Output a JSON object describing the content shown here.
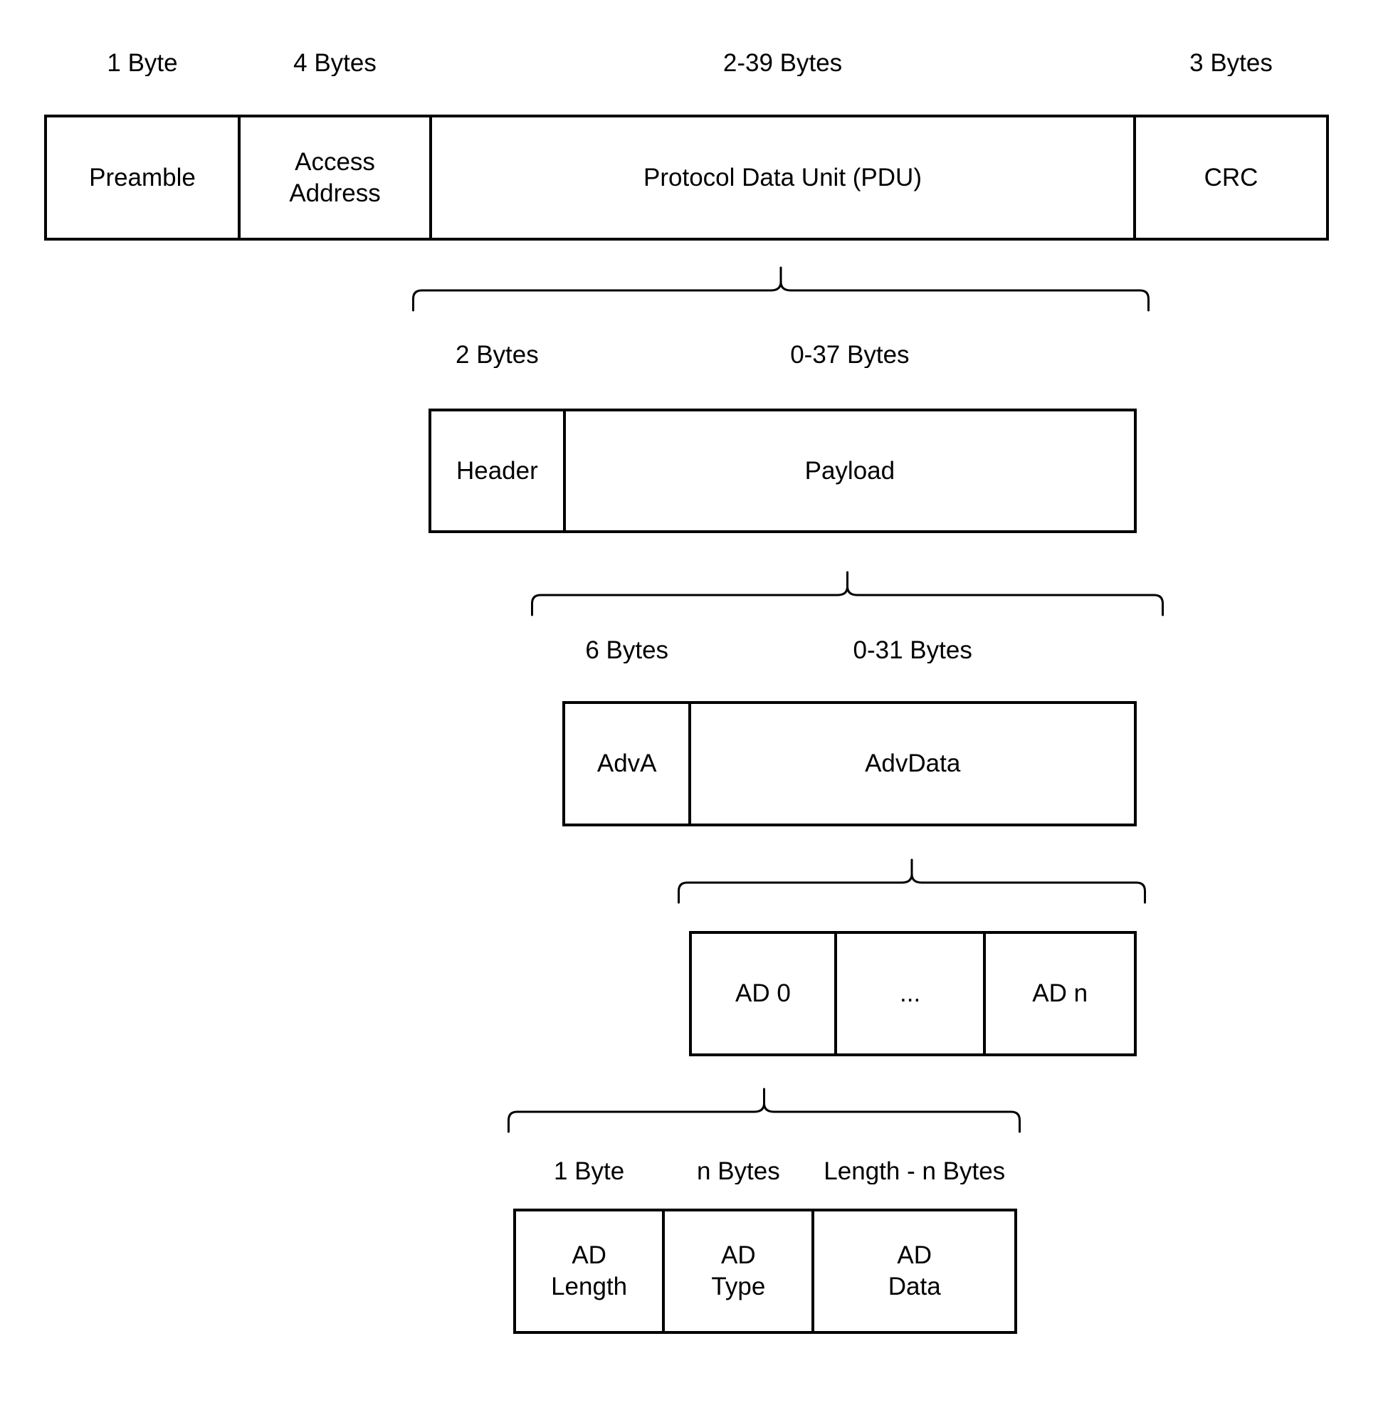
{
  "ble_packet": {
    "link_layer": {
      "size_labels": [
        "1 Byte",
        "4 Bytes",
        "2-39 Bytes",
        "3 Bytes"
      ],
      "fields": [
        "Preamble",
        "Access\nAddress",
        "Protocol Data Unit (PDU)",
        "CRC"
      ]
    },
    "pdu": {
      "size_labels": [
        "2 Bytes",
        "0-37 Bytes"
      ],
      "fields": [
        "Header",
        "Payload"
      ]
    },
    "payload": {
      "size_labels": [
        "6 Bytes",
        "0-31 Bytes"
      ],
      "fields": [
        "AdvA",
        "AdvData"
      ]
    },
    "advdata": {
      "fields": [
        "AD 0",
        "...",
        "AD n"
      ]
    },
    "ad_structure": {
      "size_labels": [
        "1 Byte",
        "n Bytes",
        "Length - n Bytes"
      ],
      "fields": [
        "AD\nLength",
        "AD\nType",
        "AD\nData"
      ]
    }
  }
}
